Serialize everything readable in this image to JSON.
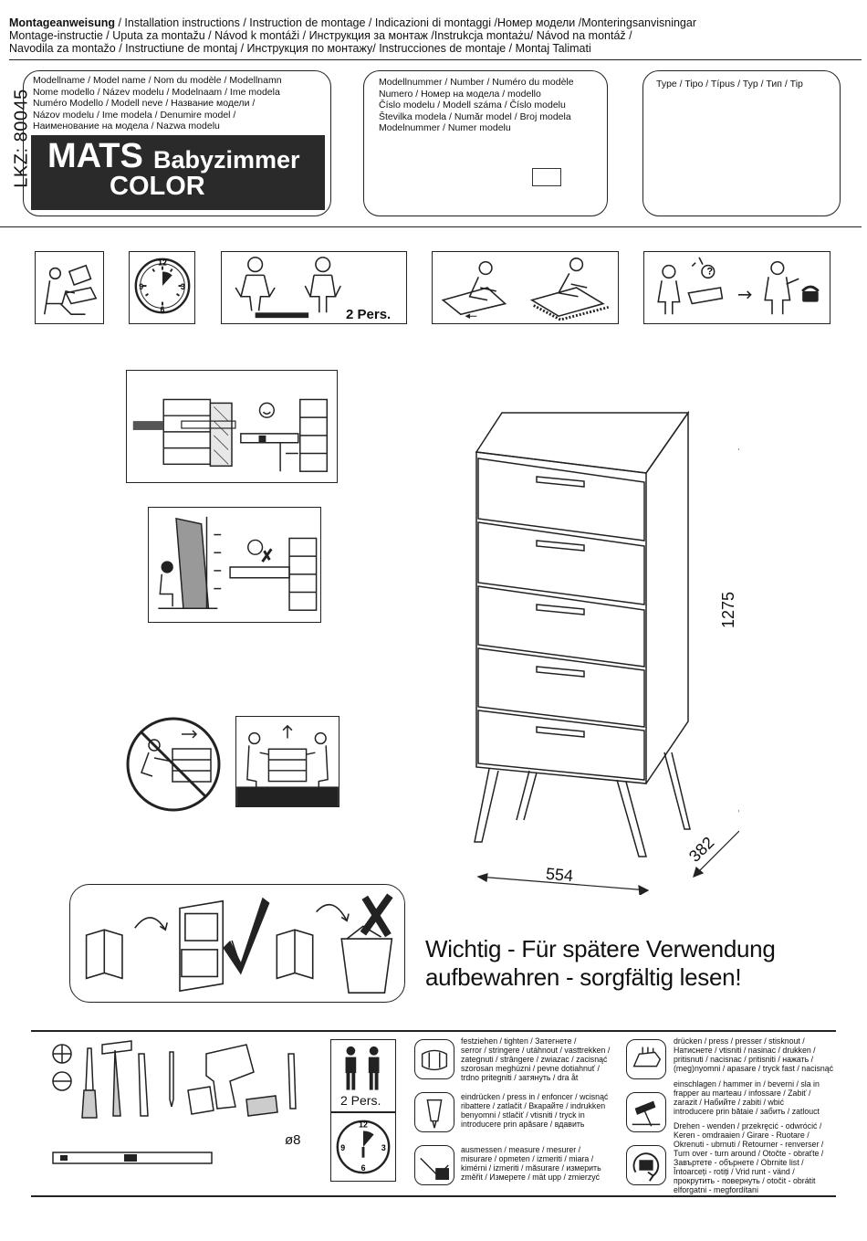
{
  "header": {
    "line1_bold": "Montageanweisung",
    "line1_rest": " / Installation instructions / Instruction de montage / Indicazioni di montaggi /Номер модели /Monteringsanvisningar",
    "line2": "Montage-instructie / Uputa za montažu / Návod k montáži / Инструкция за монтаж /Instrukcja montażu/ Návod na montáž /",
    "line3": "Navodila za montažo / Instructiune de montaj / Инструкция по монтажу/ Instrucciones de montaje / Montaj Talimati"
  },
  "lkz": "LKZ: 80045",
  "model_name_box": {
    "labels": [
      "Modellname / Model name / Nom du modèle / Modellnamn",
      "Nome modello / Název modelu / Modelnaam / Ime modela",
      "Numéro Modello / Modell neve / Название модели /",
      "Názov modelu / Ime modela / Denumire model /",
      "Наименование на модела / Nazwa modelu"
    ],
    "name_big": "MATS",
    "name_sub": "Babyzimmer",
    "name_color": "COLOR"
  },
  "model_number_box": {
    "labels": [
      "Modellnummer / Number / Numéro du modèle",
      "Numero /  Номер на модела / modello",
      "Číslo modelu / Modell száma / Číslo modelu",
      "Številka modela / Număr model / Broj modela",
      "Modelnummer / Numer modelu"
    ]
  },
  "type_box": {
    "label": "Type / Tipo / Típus / Typ / Тип / Tip"
  },
  "step_icons": {
    "two_persons": "2 Pers."
  },
  "dimensions": {
    "height": "1275",
    "width": "554",
    "depth": "382"
  },
  "warning": {
    "line1": "Wichtig - Für spätere Verwendung",
    "line2": "aufbewahren - sorgfältig lesen!"
  },
  "tools": {
    "drill_size": "ø8",
    "two_persons": "2 Pers.",
    "clock_numbers": [
      "12",
      "3",
      "6",
      "9"
    ]
  },
  "legend": {
    "tighten": [
      "festziehen / tighten / Затегнете /",
      "serror / stringere / utáhnout / vasttrekken /",
      "zategnuti / strângere / zwiazac / zacisnąć",
      "szorosan meghúzni / pevne dotiahnuť /",
      "trdno pritegniti / затянуть / dra åt"
    ],
    "press_in": [
      "eindrücken / press in / enfoncer / wcisnąć",
      "ribattere / zatlačit / Вкарайте / indrukken",
      "benyomni / stlačiť / vtisniti / tryck in",
      "introducere prin apăsare / вдавить"
    ],
    "measure": [
      "ausmessen / measure / mesurer /",
      "misurare / opmeten / izmeriti / miara /",
      "kimérni / izmeriti / măsurare / измерить",
      "změřit / Измерете / mät upp / zmierzyć"
    ],
    "press": [
      "drücken / press / presser / stisknout /",
      "Натиснете / vtisniti / nasinac / drukken /",
      "pritisnuti / nacisnac / pritisniti / нажать /",
      "(meg)nyomni / apasare / tryck fast / nacisnąć"
    ],
    "hammer": [
      "einschlagen / hammer in / beverni / sla in",
      "frapper au marteau / infossare / Zabiť /",
      "zarazit / Набийте / zabiti / wbić",
      "introducere prin bătaie / забить / zatlouct"
    ],
    "turn_over": [
      "Drehen - wenden / przekręcić - odwrócić /",
      "Keren - omdraaien / Girare - Ruotare /",
      "Okrenuti - ubrnuti / Retourner - renverser /",
      "Turn over - turn around / Otočte - obraťte /",
      "Завъртете - обърнете / Obrnite list /",
      "Întoarceți - rotiți / Vrid runt - vänd /",
      "прокрутить - повернуть / otočit - obrátit",
      "elforgatni - megfordítani"
    ]
  }
}
